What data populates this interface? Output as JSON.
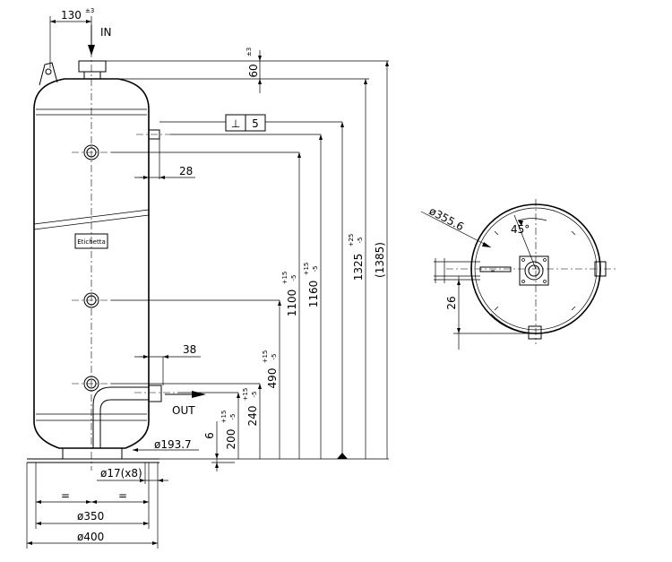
{
  "labels": {
    "in": "IN",
    "out": "OUT",
    "nameplate": "Etichetta",
    "dim_130": "130",
    "dim_130_tol": "±3",
    "dim_60": "60",
    "dim_60_tol": "±3",
    "dim_28": "28",
    "dim_38": "38",
    "dim_6": "6",
    "dim_200": "200",
    "dim_200_tol_up": "+15",
    "dim_200_tol_dn": "-5",
    "dim_240": "240",
    "dim_240_tol_up": "+15",
    "dim_240_tol_dn": "-5",
    "dim_490": "490",
    "dim_490_tol_up": "+15",
    "dim_490_tol_dn": "-5",
    "dim_1100": "1100",
    "dim_1100_tol_up": "+15",
    "dim_1100_tol_dn": "-5",
    "dim_1160": "1160",
    "dim_1160_tol_up": "+15",
    "dim_1160_tol_dn": "-5",
    "dim_1325": "1325",
    "dim_1325_tol_up": "+25",
    "dim_1325_tol_dn": "-5",
    "dim_1385": "(1385)",
    "dia_193": "ø193.7",
    "dia_17": "ø17(x8)",
    "dia_350": "ø350",
    "dia_400": "ø400",
    "equal": "=",
    "dia_355": "ø355.6",
    "angle_45": "45°",
    "dim_26": "26",
    "perp_symbol": "⊥",
    "perp_value": "5"
  }
}
